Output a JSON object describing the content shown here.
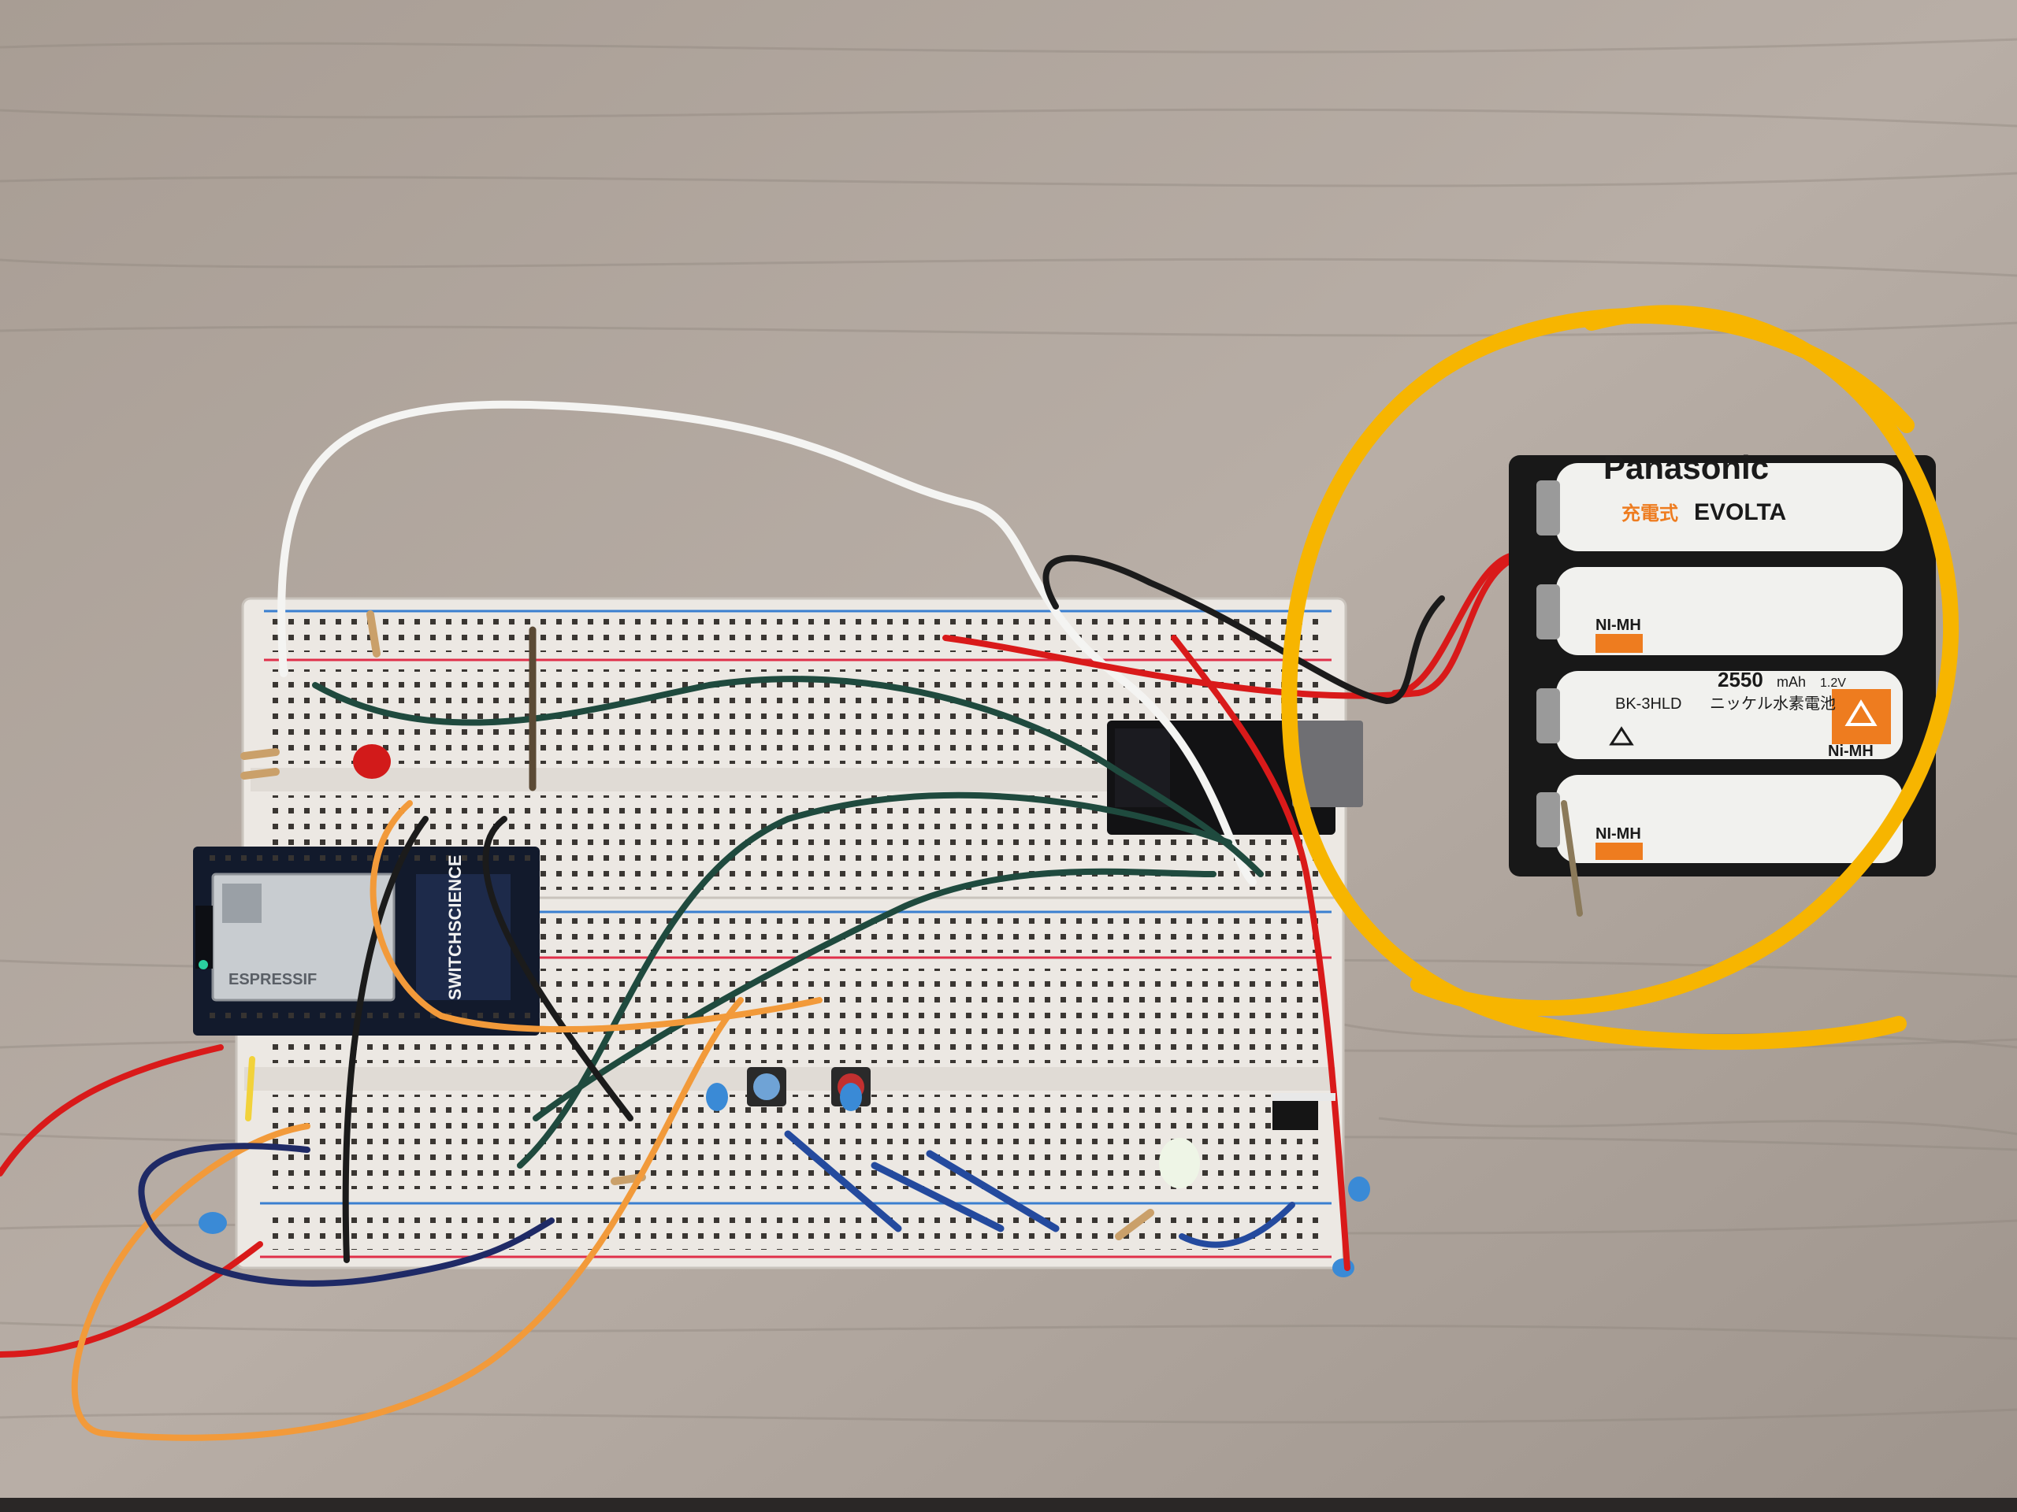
{
  "colors": {
    "wood_base": "#b3a9a1",
    "wood_grain": "#8f857d",
    "breadboard": "#ece8e3",
    "rail_red": "#e0304a",
    "rail_blue": "#3a7fd0",
    "wire_red": "#d91a1a",
    "wire_white": "#f4f4f2",
    "wire_black": "#1b1b1b",
    "wire_green": "#1f4a3e",
    "wire_orange": "#f29a3a",
    "wire_navy": "#1f2a66",
    "wire_blue": "#244a9e",
    "highlight_circle": "#f7b500",
    "battery_holder": "#181818",
    "battery_white": "#f1f1ee",
    "battery_orange": "#ee7c1f"
  },
  "esp32_board": {
    "brand": "SWITCHSCIENCE",
    "module": "ESPRESSIF"
  },
  "batteries": {
    "cell1_brand": "Panasonic",
    "cell1_line_jp": "充電式",
    "cell1_line": "EVOLTA",
    "cell2_badge": "NI-MH",
    "cell3_capacity": "2550",
    "cell3_unit": "mAh",
    "cell3_voltage": "1.2V",
    "cell3_model": "BK-3HLD",
    "cell3_desc": "ニッケル水素電池",
    "cell3_badge": "Ni-MH",
    "cell4_badge": "NI-MH"
  },
  "icons": {
    "recycle": "recycle-icon",
    "warning": "warning-triangle-icon"
  }
}
